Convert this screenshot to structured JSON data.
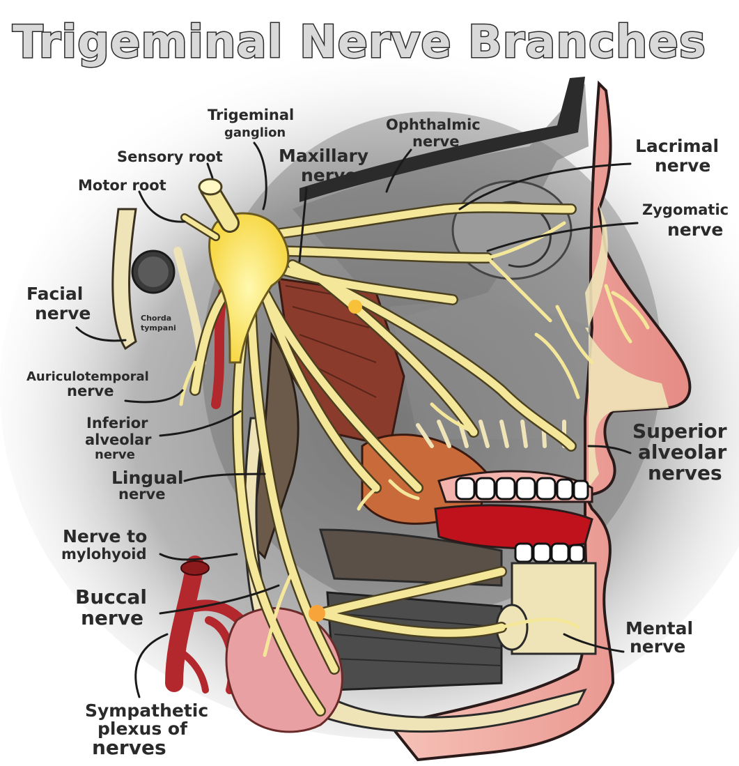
{
  "title": "Trigeminal Nerve Branches",
  "labels": {
    "trigeminal_ganglion": [
      "Trigeminal",
      "ganglion"
    ],
    "sensory_root": "Sensory root",
    "motor_root": "Motor root",
    "maxillary_nerve": [
      "Maxillary",
      "nerve"
    ],
    "ophthalmic_nerve": [
      "Ophthalmic",
      "nerve"
    ],
    "lacrimal_nerve": [
      "Lacrimal",
      "nerve"
    ],
    "zygomatic_nerve": [
      "Zygomatic",
      "nerve"
    ],
    "facial_nerve": [
      "Facial",
      "nerve"
    ],
    "chorda_tympani": [
      "Chorda",
      "tympani"
    ],
    "auriculotemporal_nerve": [
      "Auriculotemporal",
      "nerve"
    ],
    "inferior_alveolar_nerve": [
      "Inferior",
      "alveolar",
      "nerve"
    ],
    "lingual_nerve": [
      "Lingual",
      "nerve"
    ],
    "superior_alveolar_nerves": [
      "Superior",
      "alveolar",
      "nerves"
    ],
    "nerve_to_mylohyoid": [
      "Nerve to",
      "mylohyoid"
    ],
    "buccal_nerve": [
      "Buccal",
      "nerve"
    ],
    "mental_nerve": [
      "Mental",
      "nerve"
    ],
    "sympathetic_plexus": [
      "Sympathetic",
      "plexus of",
      "nerves"
    ]
  },
  "colors": {
    "nerve": "#f4e79a",
    "artery": "#b3282c",
    "skin": "#f2a5a0",
    "bone": "#efe3b8",
    "muscle": "#8a3b2c",
    "background_shading": "#8c8c8c"
  }
}
